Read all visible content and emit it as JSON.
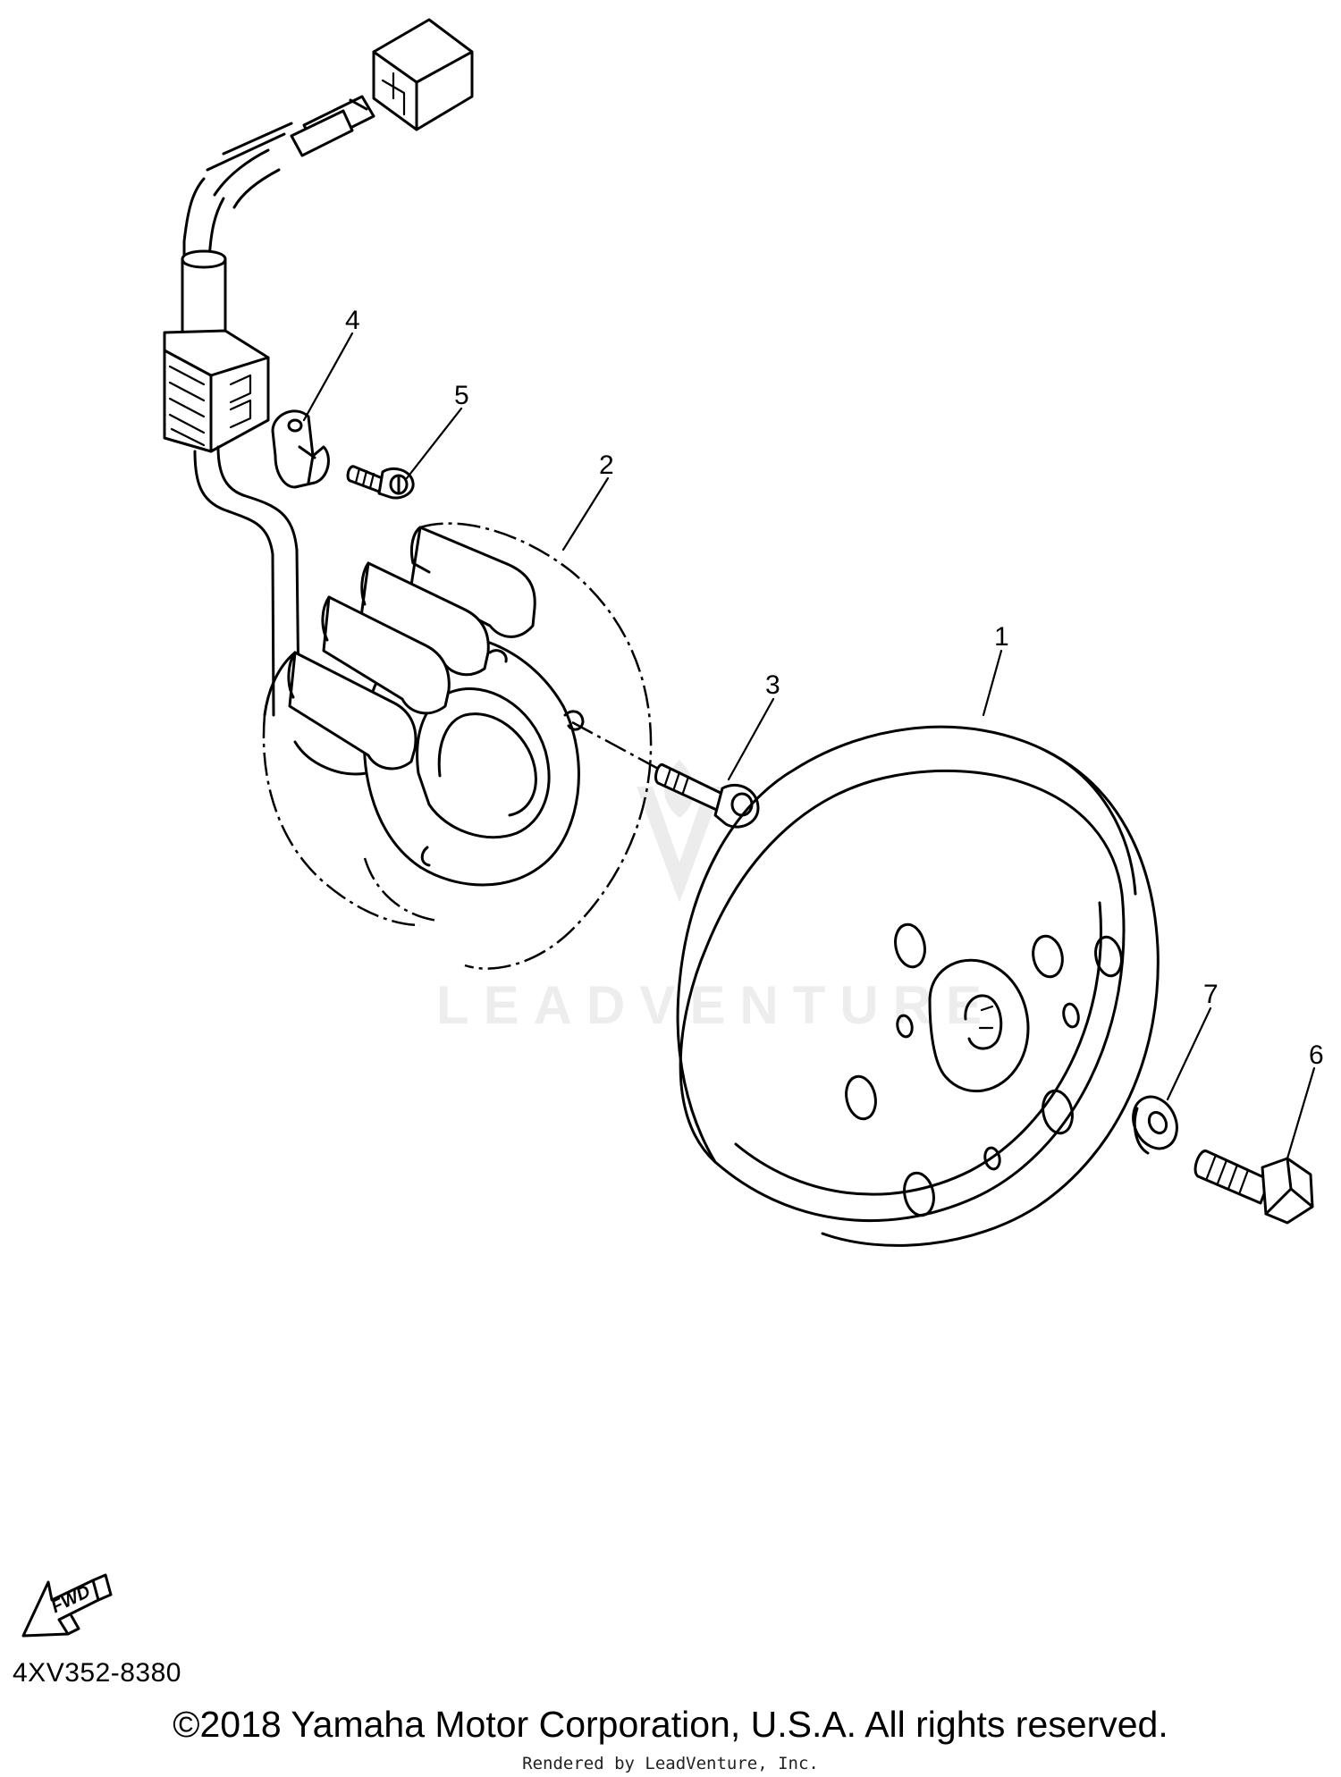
{
  "callouts": [
    "1",
    "2",
    "3",
    "4",
    "5",
    "6",
    "7"
  ],
  "fwd_arrow": {
    "label": "FWD"
  },
  "diagram_code": "4XV352-8380",
  "copyright": "©2018 Yamaha Motor Corporation, U.S.A. All rights reserved.",
  "rendered_by": "Rendered by LeadVenture, Inc.",
  "watermark": {
    "text": "LEADVENTURE"
  }
}
